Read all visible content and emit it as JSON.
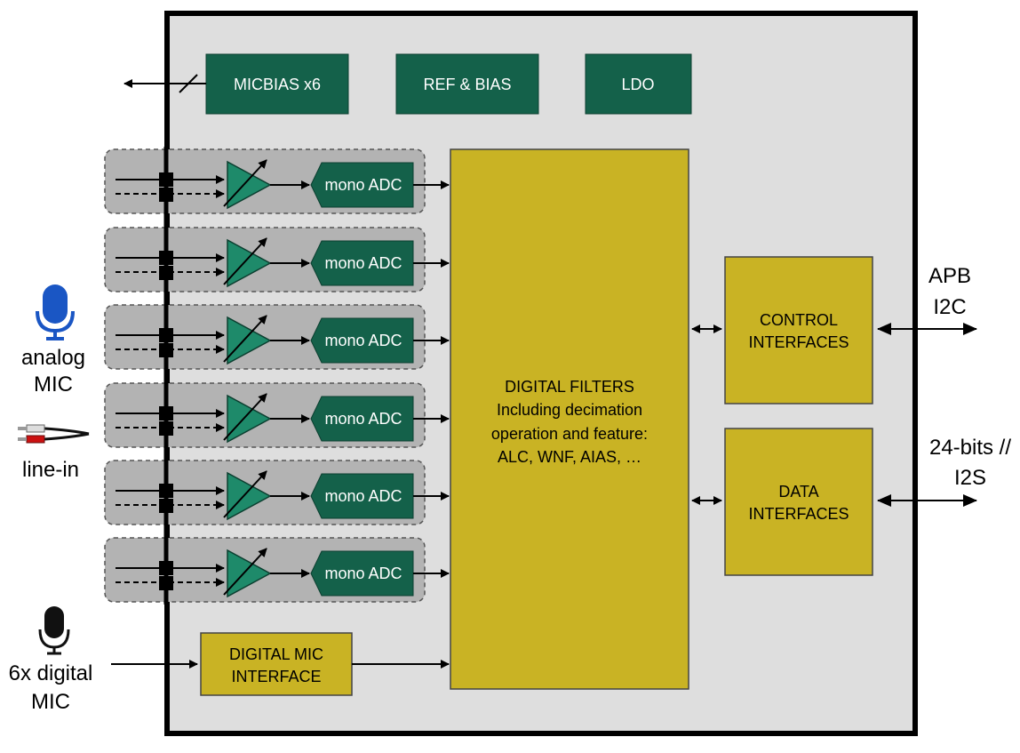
{
  "top_blocks": {
    "micbias": "MICBIAS x6",
    "ref_bias": "REF & BIAS",
    "ldo": "LDO"
  },
  "adc_channels": [
    {
      "label": "mono ADC"
    },
    {
      "label": "mono ADC"
    },
    {
      "label": "mono ADC"
    },
    {
      "label": "mono ADC"
    },
    {
      "label": "mono ADC"
    },
    {
      "label": "mono ADC"
    }
  ],
  "digital_filters": {
    "title": "DIGITAL FILTERS",
    "line2": "Including decimation",
    "line3": "operation and feature:",
    "line4": "ALC, WNF, AIAS, …"
  },
  "control_interfaces": {
    "line1": "CONTROL",
    "line2": "INTERFACES"
  },
  "data_interfaces": {
    "line1": "DATA",
    "line2": "INTERFACES"
  },
  "digital_mic_interface": {
    "line1": "DIGITAL MIC",
    "line2": "INTERFACE"
  },
  "external_labels": {
    "analog_mic_1": "analog",
    "analog_mic_2": "MIC",
    "line_in": "line-in",
    "digital_mic_1": "6x digital",
    "digital_mic_2": "MIC",
    "apb": "APB",
    "i2c": "I2C",
    "bits": "24-bits //",
    "i2s": "I2S"
  },
  "icons": {
    "analog_mic": "microphone-icon",
    "line_in": "audio-jack-icon",
    "digital_mic": "microphone-icon"
  },
  "colors": {
    "dark_green": "#14614a",
    "amp_green": "#1e8a6a",
    "mustard": "#c9b324",
    "chip_bg": "#dedede",
    "channel_bg": "#b3b3b3",
    "mic_blue": "#1a56c4"
  }
}
